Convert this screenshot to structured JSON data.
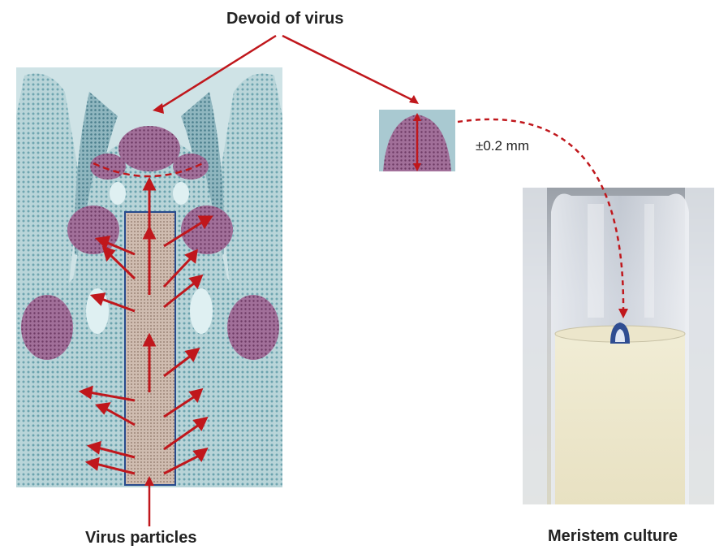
{
  "labels": {
    "devoid_of_virus": "Devoid of virus",
    "virus_particles": "Virus particles",
    "meristem_culture": "Meristem culture",
    "size": "±0.2 mm"
  },
  "colors": {
    "arrow": "#c0171c",
    "tissue_bg": "#b9d3d7",
    "tissue_cells": "#5f98a3",
    "meristem_purple": "#8e4f84",
    "vascular_box": "#c9b2a4",
    "box_border": "#274a8c"
  }
}
